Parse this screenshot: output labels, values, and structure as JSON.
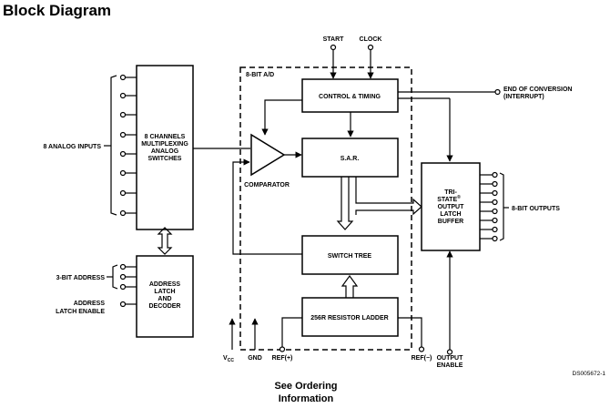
{
  "title": "Block Diagram",
  "labels": {
    "start": "START",
    "clock": "CLOCK",
    "eight_bit_ad": "8-BIT A/D",
    "control_timing": "CONTROL & TIMING",
    "end_of_conversion": "END OF CONVERSION",
    "interrupt": "(INTERRUPT)",
    "mux_line1": "8 CHANNELS",
    "mux_line2": "MULTIPLEXING",
    "mux_line3": "ANALOG",
    "mux_line4": "SWITCHES",
    "analog_inputs": "8 ANALOG INPUTS",
    "sar": "S.A.R.",
    "comparator": "COMPARATOR",
    "tri_line1": "TRI-",
    "tri_line2": "STATE",
    "tri_reg": "®",
    "tri_line3": "OUTPUT",
    "tri_line4": "LATCH",
    "tri_line5": "BUFFER",
    "eight_bit_outputs": "8-BIT OUTPUTS",
    "switch_tree": "SWITCH TREE",
    "three_bit_address": "3-BIT ADDRESS",
    "ale_line1": "ADDRESS",
    "ale_line2": "LATCH ENABLE",
    "dec_line1": "ADDRESS",
    "dec_line2": "LATCH",
    "dec_line3": "AND",
    "dec_line4": "DECODER",
    "ladder": "256R RESISTOR LADDER",
    "vcc": "V",
    "vcc_sub": "CC",
    "gnd": "GND",
    "ref_plus": "REF(+)",
    "ref_minus": "REF(−)",
    "oe_line1": "OUTPUT",
    "oe_line2": "ENABLE",
    "doc_number": "DS005672-1"
  },
  "footer": {
    "line1": "See Ordering",
    "line2": "Information"
  }
}
